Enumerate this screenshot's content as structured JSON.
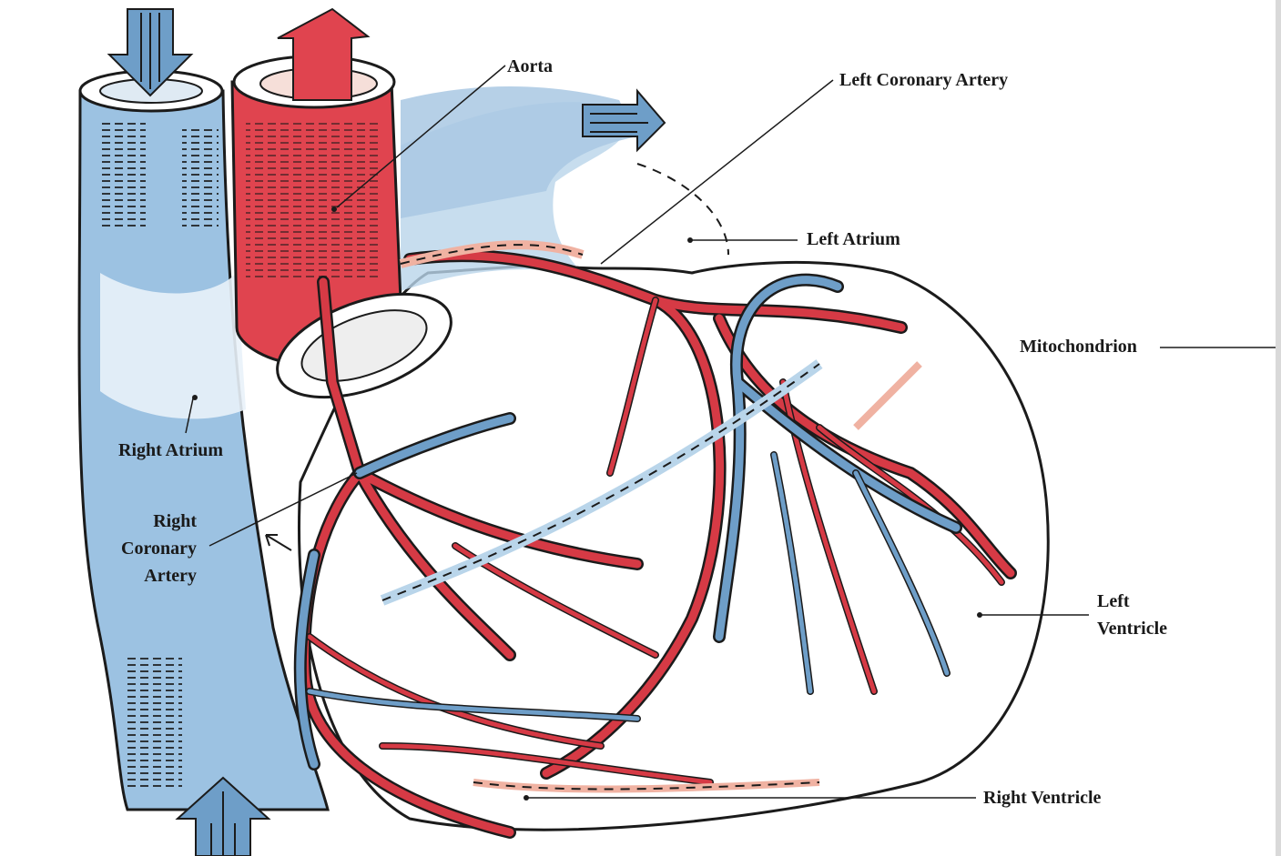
{
  "colors": {
    "artery": "#d63a45",
    "artery_dark": "#8e1d27",
    "vein": "#6e9ec8",
    "vein_light": "#b9d5ea",
    "vein_dark": "#3a5f82",
    "pink_vessel": "#f0b2a2",
    "outline": "#1b1b1b",
    "label_text": "#1a1a1a"
  },
  "labels": {
    "aorta": "Aorta",
    "left_coronary_artery": "Left Coronary Artery",
    "left_atrium": "Left Atrium",
    "mitochondrion": "Mitochondrion",
    "right_atrium": "Right Atrium",
    "right_coronary_artery": [
      "Right",
      "Coronary",
      "Artery"
    ],
    "left_ventricle": [
      "Left",
      "Ventricle"
    ],
    "right_ventricle": "Right Ventricle"
  }
}
